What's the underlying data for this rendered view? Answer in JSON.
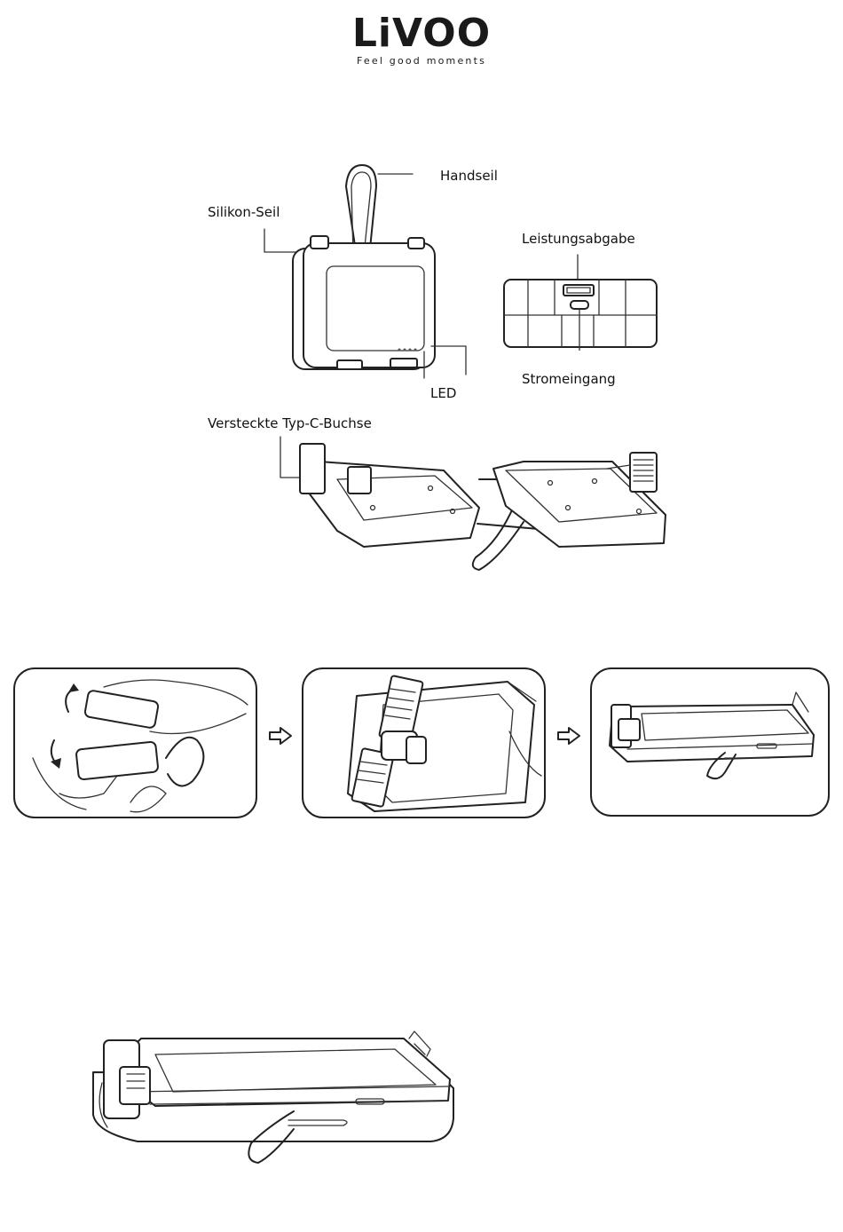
{
  "brand": {
    "logo_text": "LiVOO",
    "tagline": "Feel good moments"
  },
  "diagram_labels": {
    "hand_strap": "Handseil",
    "silicone_strap": "Silikon-Seil",
    "power_output": "Leistungsabgabe",
    "power_input": "Stromeingang",
    "led": "LED",
    "hidden_usb_c": "Versteckte Typ-C-Buchse"
  },
  "colors": {
    "line": "#222222",
    "background": "#ffffff"
  },
  "icons": [
    "arrow-right-icon"
  ]
}
